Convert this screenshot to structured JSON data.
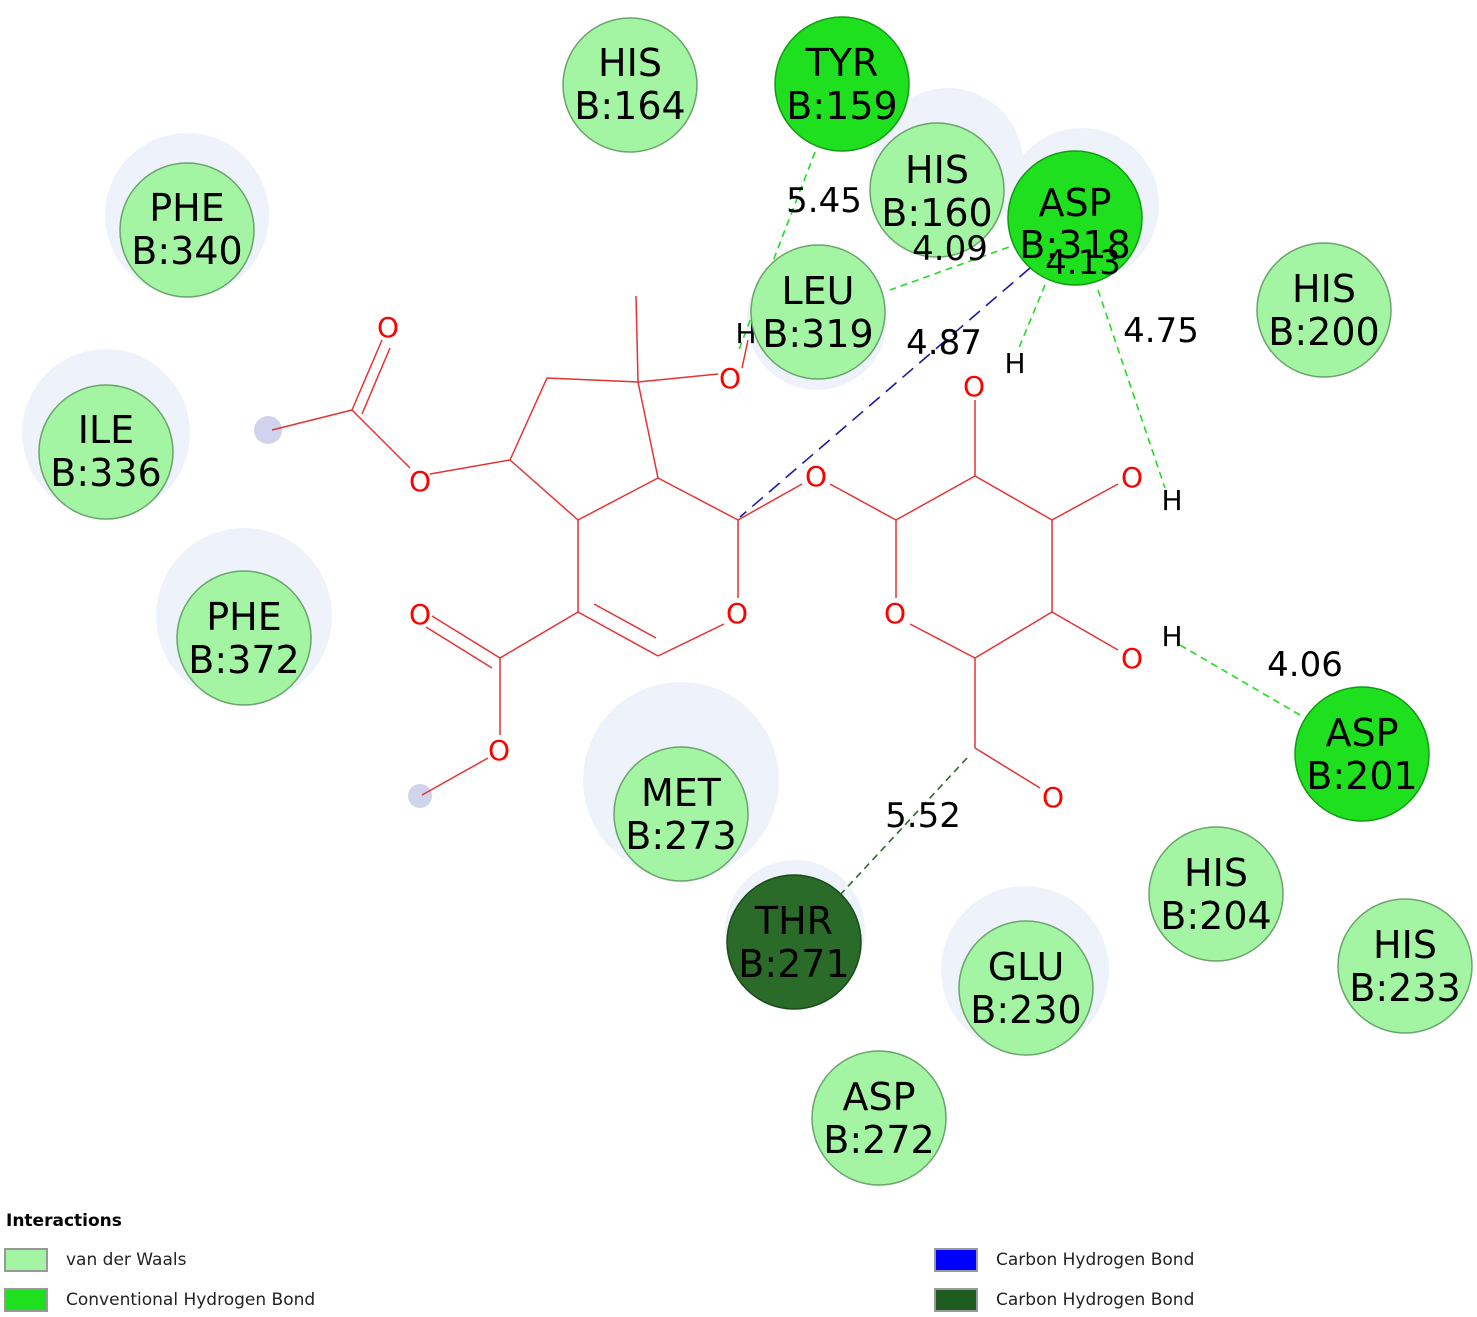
{
  "colors": {
    "van_der_waals": "#a3f5a3",
    "conventional_hbond": "#1fe01f",
    "carbon_hbond_blue": "#0000ff",
    "carbon_hbond_dark": "#2a6b2a",
    "ligand_bond": "#e53333",
    "oxygen": "#ff0000"
  },
  "residues": [
    {
      "name": "HIS",
      "id": "B:164",
      "type": "van_der_waals"
    },
    {
      "name": "TYR",
      "id": "B:159",
      "type": "conventional_hbond"
    },
    {
      "name": "PHE",
      "id": "B:340",
      "type": "van_der_waals"
    },
    {
      "name": "HIS",
      "id": "B:160",
      "type": "van_der_waals"
    },
    {
      "name": "ASP",
      "id": "B:318",
      "type": "conventional_hbond"
    },
    {
      "name": "LEU",
      "id": "B:319",
      "type": "van_der_waals"
    },
    {
      "name": "HIS",
      "id": "B:200",
      "type": "van_der_waals"
    },
    {
      "name": "ILE",
      "id": "B:336",
      "type": "van_der_waals"
    },
    {
      "name": "PHE",
      "id": "B:372",
      "type": "van_der_waals"
    },
    {
      "name": "MET",
      "id": "B:273",
      "type": "van_der_waals"
    },
    {
      "name": "ASP",
      "id": "B:201",
      "type": "conventional_hbond"
    },
    {
      "name": "HIS",
      "id": "B:204",
      "type": "van_der_waals"
    },
    {
      "name": "THR",
      "id": "B:271",
      "type": "carbon_hbond_dark"
    },
    {
      "name": "GLU",
      "id": "B:230",
      "type": "van_der_waals"
    },
    {
      "name": "HIS",
      "id": "B:233",
      "type": "van_der_waals"
    },
    {
      "name": "ASP",
      "id": "B:272",
      "type": "van_der_waals"
    }
  ],
  "interactions": [
    {
      "from": "TYR B:159",
      "distance": "5.45",
      "type": "conventional_hbond"
    },
    {
      "from": "ASP B:318",
      "distance": "4.09",
      "type": "conventional_hbond"
    },
    {
      "from": "ASP B:318",
      "distance": "4.13",
      "type": "conventional_hbond"
    },
    {
      "from": "ASP B:318",
      "distance": "4.87",
      "type": "carbon_hbond_blue"
    },
    {
      "from": "ASP B:318",
      "distance": "4.75",
      "type": "conventional_hbond"
    },
    {
      "from": "ASP B:201",
      "distance": "4.06",
      "type": "conventional_hbond"
    },
    {
      "from": "THR B:271",
      "distance": "5.52",
      "type": "carbon_hbond_dark"
    }
  ],
  "atom_labels": {
    "oxygen": "O",
    "hydrogen": "H"
  },
  "legend": {
    "title": "Interactions",
    "items": [
      {
        "label": "van der Waals",
        "type": "van_der_waals"
      },
      {
        "label": "Conventional Hydrogen Bond",
        "type": "conventional_hbond"
      },
      {
        "label": "Carbon Hydrogen Bond",
        "type": "carbon_hbond_blue"
      },
      {
        "label": "Carbon Hydrogen Bond",
        "type": "carbon_hbond_dark"
      }
    ]
  }
}
